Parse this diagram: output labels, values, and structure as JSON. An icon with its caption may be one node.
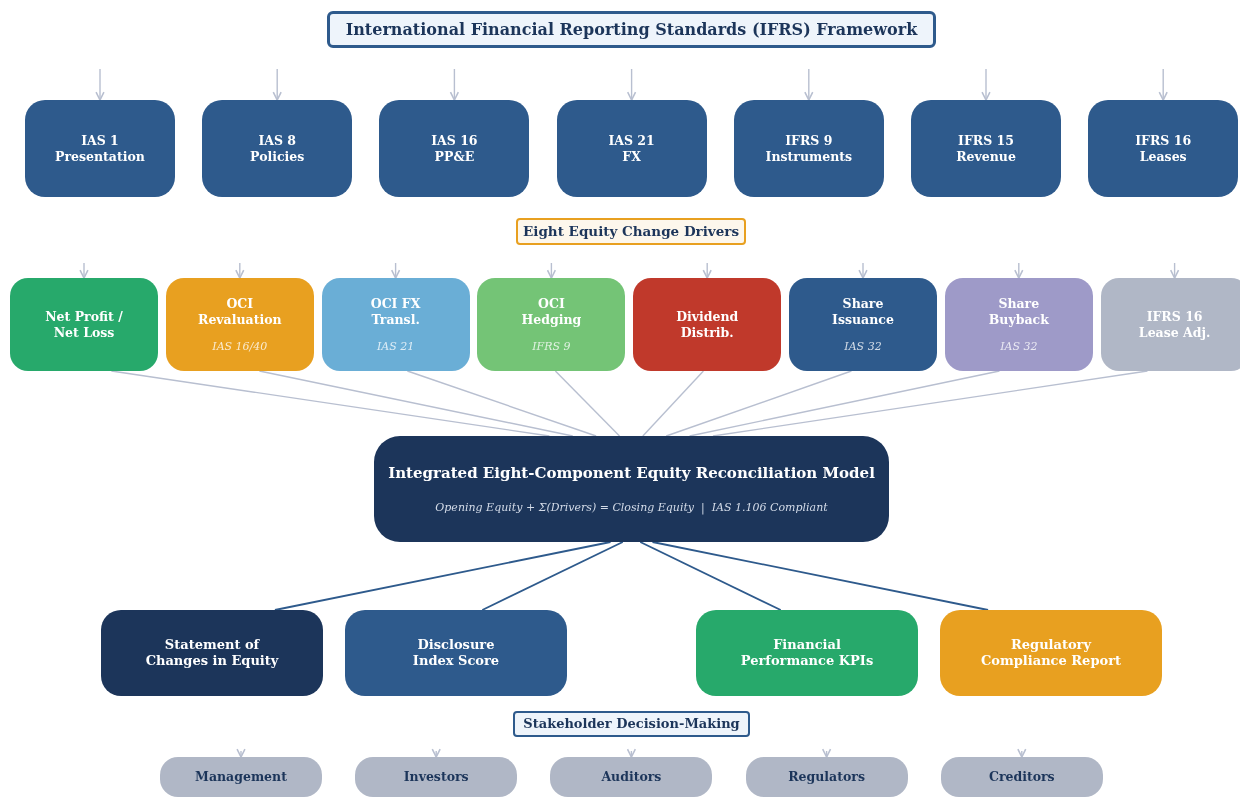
{
  "diagram": {
    "nodes": [
      {
        "text": [
          "International Financial Reporting Standards (IFRS) Framework"
        ]
      },
      {
        "text": [
          "IAS 1 Presentation"
        ]
      },
      {
        "text": [
          "IAS 8 Policies"
        ]
      },
      {
        "text": [
          "IAS 16 PP&E"
        ]
      },
      {
        "text": [
          "IAS 21 FX"
        ]
      },
      {
        "text": [
          "IFRS 9 Instruments"
        ]
      },
      {
        "text": [
          "IFRS 15 Revenue"
        ]
      },
      {
        "text": [
          "IFRS 16 Leases"
        ]
      },
      {
        "text": [
          "Eight Equity Change Drivers"
        ]
      },
      {
        "text": [
          "Net Profit / Net Loss"
        ]
      },
      {
        "text": [
          "OCI Revaluation",
          "IAS 16/40"
        ]
      },
      {
        "text": [
          "OCI FX Transl.",
          "IAS 21"
        ]
      },
      {
        "text": [
          "OCI Hedging",
          "IFRS 9"
        ]
      },
      {
        "text": [
          "Dividend Distrib."
        ]
      },
      {
        "text": [
          "Share Issuance",
          "IAS 32"
        ]
      },
      {
        "text": [
          "Share Buyback",
          "IAS 32"
        ]
      },
      {
        "text": [
          "IFRS 16 Lease Adj."
        ]
      },
      {
        "text": [
          "Integrated Eight-Component Equity Reconciliation Model",
          "Opening Equity + Σ(Drivers) = Closing Equity | IAS 1.106 Compliant"
        ]
      },
      {
        "text": [
          "Statement of Changes in Equity"
        ]
      },
      {
        "text": [
          "Disclosure Index Score"
        ]
      },
      {
        "text": [
          "Financial Performance KPIs"
        ]
      },
      {
        "text": [
          "Regulatory Compliance Report"
        ]
      },
      {
        "text": [
          "Stakeholder Decision-Making"
        ]
      },
      {
        "text": [
          "Management"
        ]
      },
      {
        "text": [
          "Investors"
        ]
      },
      {
        "text": [
          "Auditors"
        ]
      },
      {
        "text": [
          "Regulators"
        ]
      },
      {
        "text": [
          "Creditors"
        ]
      }
    ],
    "edges": [
      {
        "from": null,
        "to": 1,
        "arrow": "to"
      },
      {
        "from": null,
        "to": 2,
        "arrow": "to"
      },
      {
        "from": null,
        "to": 3,
        "arrow": "to"
      },
      {
        "from": null,
        "to": 4,
        "arrow": "to"
      },
      {
        "from": null,
        "to": 5,
        "arrow": "to"
      },
      {
        "from": null,
        "to": 6,
        "arrow": "to"
      },
      {
        "from": null,
        "to": 7,
        "arrow": "to"
      },
      {
        "from": null,
        "to": 9,
        "arrow": "to"
      },
      {
        "from": null,
        "to": 10,
        "arrow": "to"
      },
      {
        "from": null,
        "to": 11,
        "arrow": "to"
      },
      {
        "from": null,
        "to": 12,
        "arrow": "to"
      },
      {
        "from": null,
        "to": 13,
        "arrow": "to"
      },
      {
        "from": null,
        "to": 14,
        "arrow": "to"
      },
      {
        "from": null,
        "to": 15,
        "arrow": "to"
      },
      {
        "from": null,
        "to": 16,
        "arrow": "to"
      },
      {
        "from": 9,
        "to": 17,
        "arrow": "none"
      },
      {
        "from": 10,
        "to": 17,
        "arrow": "none"
      },
      {
        "from": 11,
        "to": 17,
        "arrow": "none"
      },
      {
        "from": 12,
        "to": 17,
        "arrow": "none"
      },
      {
        "from": 13,
        "to": 17,
        "arrow": "none"
      },
      {
        "from": 14,
        "to": 17,
        "arrow": "none"
      },
      {
        "from": 15,
        "to": 17,
        "arrow": "none"
      },
      {
        "from": 16,
        "to": 17,
        "arrow": "none"
      },
      {
        "from": 17,
        "to": 18,
        "arrow": "none",
        "color": "#2e5a8c"
      },
      {
        "from": 17,
        "to": 19,
        "arrow": "none",
        "color": "#2e5a8c"
      },
      {
        "from": 17,
        "to": 20,
        "arrow": "none",
        "color": "#2e5a8c"
      },
      {
        "from": 17,
        "to": 21,
        "arrow": "none",
        "color": "#2e5a8c"
      },
      {
        "from": null,
        "to": 23,
        "arrow": "to"
      },
      {
        "from": null,
        "to": 24,
        "arrow": "to"
      },
      {
        "from": null,
        "to": 25,
        "arrow": "to"
      },
      {
        "from": null,
        "to": 26,
        "arrow": "to"
      },
      {
        "from": null,
        "to": 27,
        "arrow": "to"
      }
    ]
  }
}
